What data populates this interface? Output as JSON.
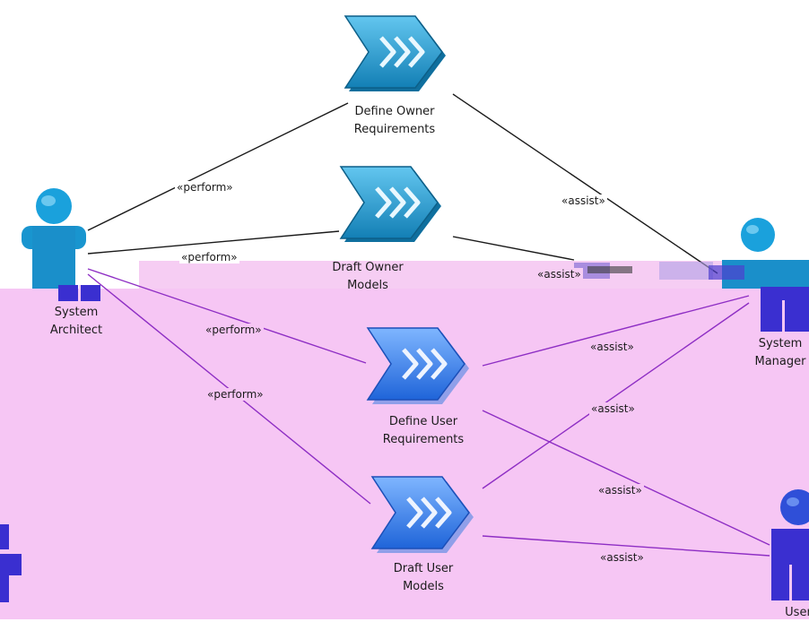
{
  "colors": {
    "band": "#f6c6f4",
    "top_line": "#1a1a1a",
    "band_line": "#8e2ec4",
    "top_activity": "#1da0d8",
    "band_activity": "#2f8bef",
    "actor_top": "#1aa1dc",
    "actor_band": "#3a2fd0"
  },
  "actors": {
    "system_architect": "System\nArchitect",
    "system_manager": "System\nManager",
    "user": "User"
  },
  "activities": {
    "define_owner_requirements": "Define Owner\nRequirements",
    "draft_owner_models": "Draft Owner\nModels",
    "define_user_requirements": "Define User\nRequirements",
    "draft_user_models": "Draft User\nModels"
  },
  "relations": {
    "perform_1": "«perform»",
    "perform_2": "«perform»",
    "perform_3": "«perform»",
    "perform_4": "«perform»",
    "assist_1": "«assist»",
    "assist_2": "«assist»",
    "assist_3": "«assist»",
    "assist_4": "«assist»",
    "assist_5": "«assist»",
    "assist_6": "«assist»"
  },
  "icons": {
    "activity": "chevron-activity-icon",
    "actor": "actor-figure-icon"
  }
}
